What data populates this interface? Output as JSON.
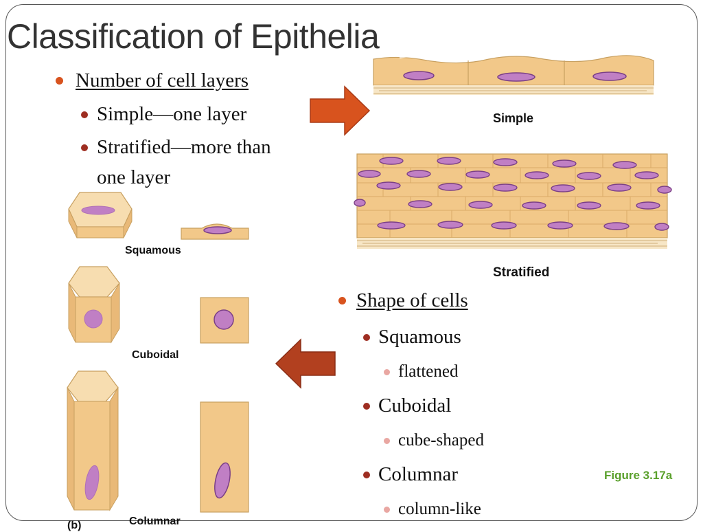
{
  "slide": {
    "title": "Classification of Epithelia",
    "figure_label": "Figure 3.17a",
    "colors": {
      "accent_orange": "#d8531e",
      "arrow_dark": "#b2401f",
      "cell_fill": "#f2c889",
      "nucleus": "#c07fc4",
      "figure_green": "#5aa02c"
    }
  },
  "layers": {
    "heading": "Number of cell layers",
    "items": [
      {
        "label": "Simple—one layer"
      },
      {
        "label": "Stratified—more than",
        "label2": "one layer"
      }
    ]
  },
  "shape": {
    "heading": "Shape of cells",
    "items": [
      {
        "label": "Squamous",
        "desc": "flattened"
      },
      {
        "label": "Cuboidal",
        "desc": "cube-shaped"
      },
      {
        "label": "Columnar",
        "desc": "column-like"
      }
    ]
  },
  "diagram_labels": {
    "simple": "Simple",
    "stratified": "Stratified",
    "squamous": "Squamous",
    "cuboidal": "Cuboidal",
    "columnar": "Columnar",
    "panel": "(b)"
  }
}
